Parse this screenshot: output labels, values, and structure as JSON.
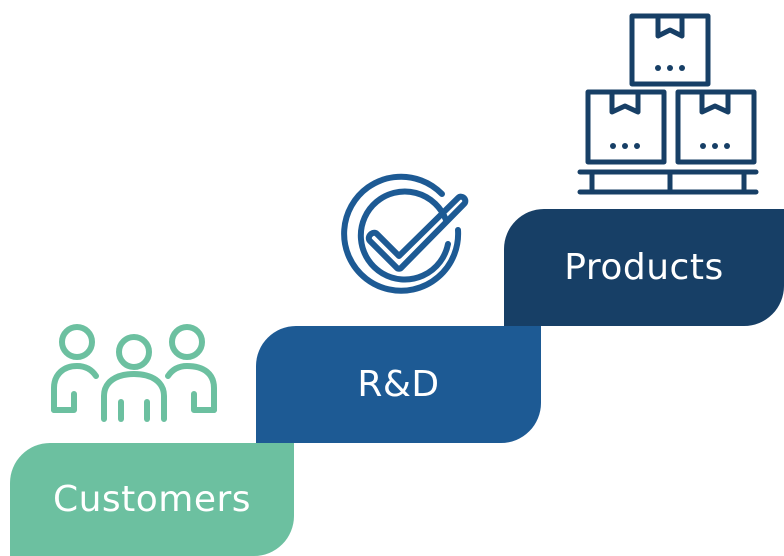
{
  "colors": {
    "customers": "#6cc0a0",
    "rd": "#1d5a94",
    "products": "#173f66"
  },
  "icons": {
    "customers": "people-icon",
    "rd": "check-circle-icon",
    "products": "boxes-pallet-icon"
  },
  "steps": [
    {
      "label": "Customers"
    },
    {
      "label": "R&D"
    },
    {
      "label": "Products"
    }
  ]
}
